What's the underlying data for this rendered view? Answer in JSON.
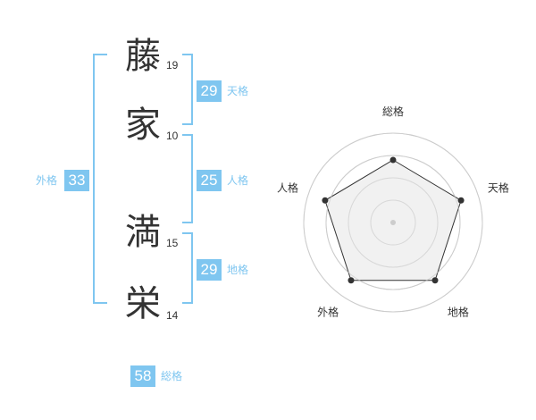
{
  "name": {
    "chars": [
      {
        "char": "藤",
        "strokes": "19"
      },
      {
        "char": "家",
        "strokes": "10"
      },
      {
        "char": "満",
        "strokes": "15"
      },
      {
        "char": "栄",
        "strokes": "14"
      }
    ]
  },
  "fortunes": {
    "tenkaku": {
      "value": "29",
      "label": "天格"
    },
    "jinkaku": {
      "value": "25",
      "label": "人格"
    },
    "chikaku": {
      "value": "29",
      "label": "地格"
    },
    "gaikaku": {
      "value": "33",
      "label": "外格"
    },
    "soukaku": {
      "value": "58",
      "label": "総格"
    }
  },
  "colors": {
    "accent": "#7fc6f0",
    "bracket": "#7fc6f0",
    "text": "#333333",
    "radar_fill": "#eeeeee",
    "radar_grid": "#cccccc",
    "radar_line": "#333333"
  },
  "chart_data": {
    "type": "radar",
    "axes": [
      "総格",
      "天格",
      "地格",
      "外格",
      "人格"
    ],
    "values": [
      0.7,
      0.8,
      0.8,
      0.8,
      0.8
    ],
    "rings": 4
  }
}
